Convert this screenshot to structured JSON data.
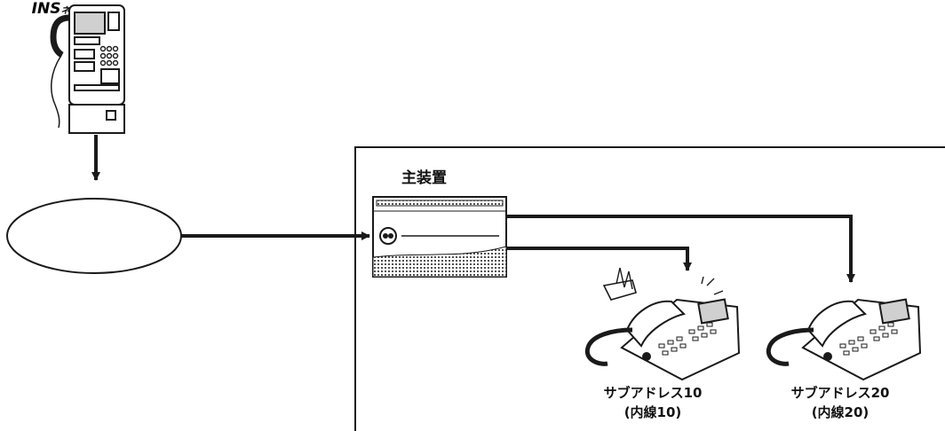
{
  "network": {
    "name_main": "INS",
    "name_suffix": "ネット64"
  },
  "main_unit": {
    "label": "主装置"
  },
  "phones": [
    {
      "address": "サブアドレス10",
      "extension": "(内線10)",
      "ringing": true
    },
    {
      "address": "サブアドレス20",
      "extension": "(内線20)",
      "ringing": false
    }
  ],
  "colors": {
    "line": "#1a1a1a",
    "fill": "#ffffff",
    "shade": "#d0d0d0"
  }
}
